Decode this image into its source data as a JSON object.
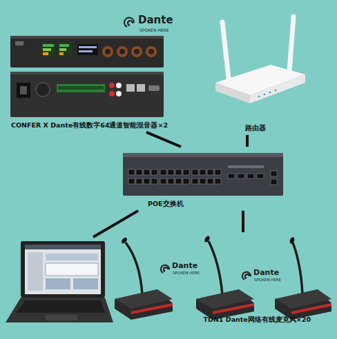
{
  "diagram": {
    "nodes": [
      {
        "text": [
          "CONFER X Dante有线数字64通道智能混音器×2"
        ]
      },
      {
        "text": [
          "路由器"
        ]
      },
      {
        "text": [
          "POE交换机"
        ]
      },
      {
        "text": []
      },
      {
        "text": [
          "TDN1 Dante网络有线麦克风×20"
        ]
      }
    ],
    "edges": [
      {
        "from": 0,
        "to": 2,
        "arrow": "none"
      },
      {
        "from": 1,
        "to": 2,
        "arrow": "none"
      },
      {
        "from": 2,
        "to": 3,
        "arrow": "none"
      },
      {
        "from": 2,
        "to": 4,
        "arrow": "none"
      }
    ],
    "labels": [
      "Dante",
      "SPOKEN HERE",
      "Dante",
      "SPOKEN HERE",
      "Dante",
      "SPOKEN HERE"
    ]
  }
}
